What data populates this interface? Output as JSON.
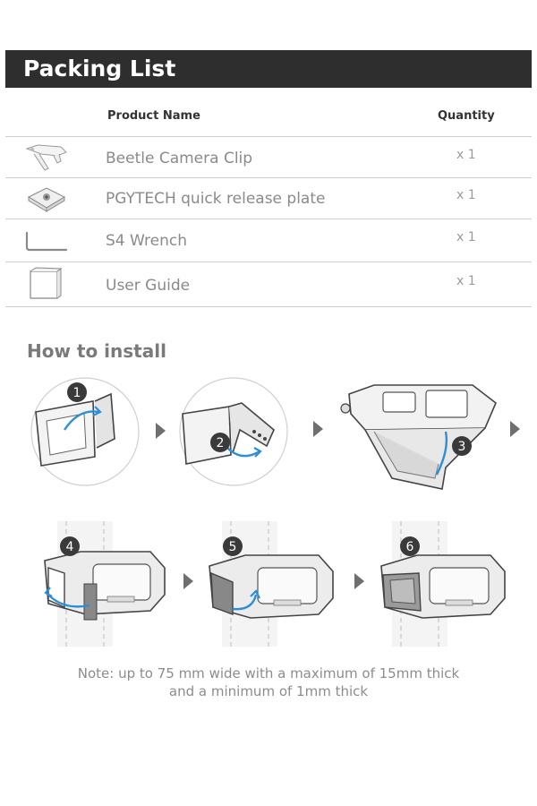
{
  "packing": {
    "title": "Packing List",
    "header": {
      "name": "Product Name",
      "quantity": "Quantity"
    },
    "items": [
      {
        "name": "Beetle Camera Clip",
        "qty": "x 1",
        "icon": "camera-clip-icon"
      },
      {
        "name": "PGYTECH quick release plate",
        "qty": "x 1",
        "icon": "release-plate-icon"
      },
      {
        "name": "S4 Wrench",
        "qty": "x 1",
        "icon": "wrench-icon"
      },
      {
        "name": "User Guide",
        "qty": "x 1",
        "icon": "user-guide-icon"
      }
    ]
  },
  "install": {
    "title": "How to install",
    "steps": [
      "1",
      "2",
      "3",
      "4",
      "5",
      "6"
    ]
  },
  "note": {
    "line1": "Note: up to 75 mm wide with a maximum of 15mm thick",
    "line2": "and a minimum of 1mm thick"
  },
  "colors": {
    "banner": "#2e2e2e",
    "accent": "#2a8fd8",
    "step_badge": "#3a3a3a"
  }
}
